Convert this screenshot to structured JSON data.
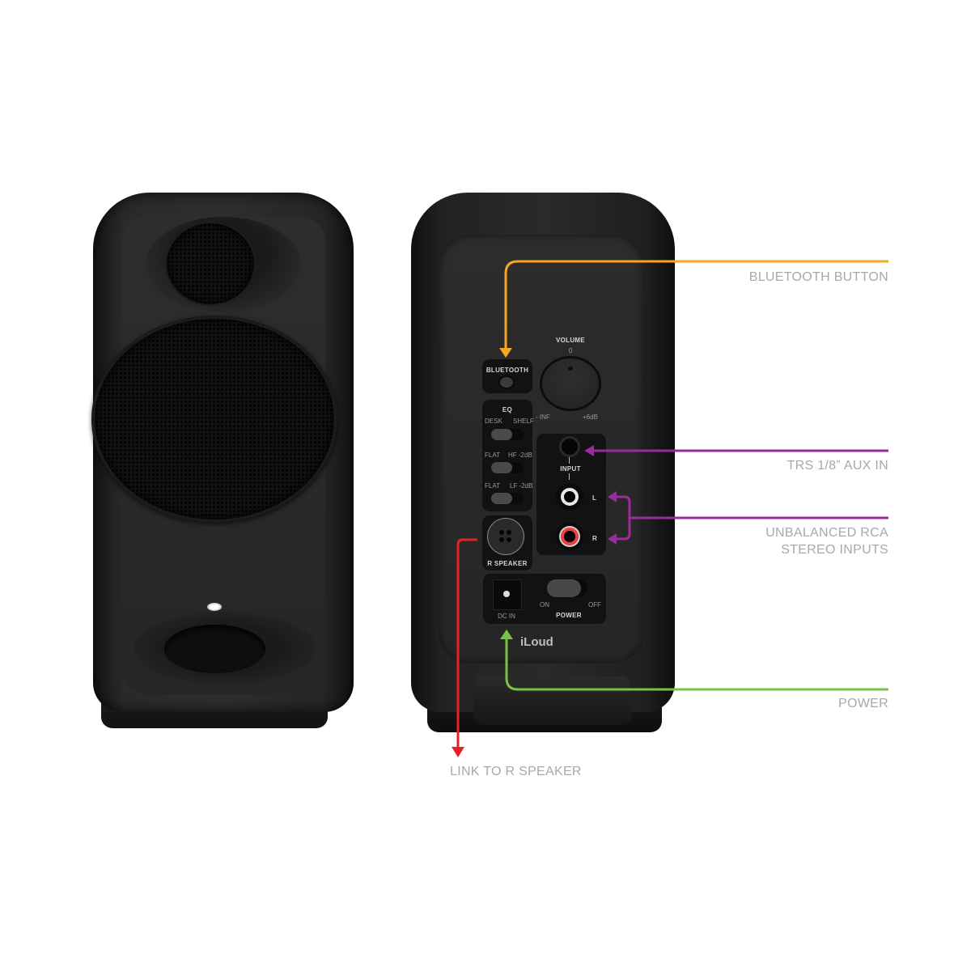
{
  "figure": {
    "brand_logo": "iLoud",
    "views": [
      "front",
      "back"
    ]
  },
  "back_panel": {
    "bluetooth": {
      "label": "BLUETOOTH"
    },
    "volume": {
      "label": "VOLUME",
      "center_mark": "0",
      "min_label": "- INF",
      "max_label": "+6dB"
    },
    "eq": {
      "label": "EQ",
      "switches": [
        {
          "left": "DESK",
          "right": "SHELF"
        },
        {
          "left": "FLAT",
          "right": "HF -2dB"
        },
        {
          "left": "FLAT",
          "right": "LF -2dB"
        }
      ]
    },
    "input": {
      "label": "INPUT",
      "left_channel": "L",
      "right_channel": "R"
    },
    "r_speaker": {
      "label": "R SPEAKER"
    },
    "dc_in": {
      "label": "DC IN"
    },
    "power": {
      "label": "POWER",
      "on_label": "ON",
      "off_label": "OFF"
    }
  },
  "callouts": [
    {
      "id": "bluetooth",
      "text": "BLUETOOTH BUTTON",
      "color": "#f5a623"
    },
    {
      "id": "aux",
      "text": "TRS 1/8” AUX IN",
      "color": "#9b2a9b"
    },
    {
      "id": "rca_line1",
      "text": "UNBALANCED RCA",
      "color": "#9b2a9b"
    },
    {
      "id": "rca_line2",
      "text": "STEREO INPUTS",
      "color": "#9b2a9b"
    },
    {
      "id": "power",
      "text": "POWER",
      "color": "#7cc242"
    },
    {
      "id": "link",
      "text": "LINK TO R SPEAKER",
      "color": "#e8202a"
    }
  ]
}
